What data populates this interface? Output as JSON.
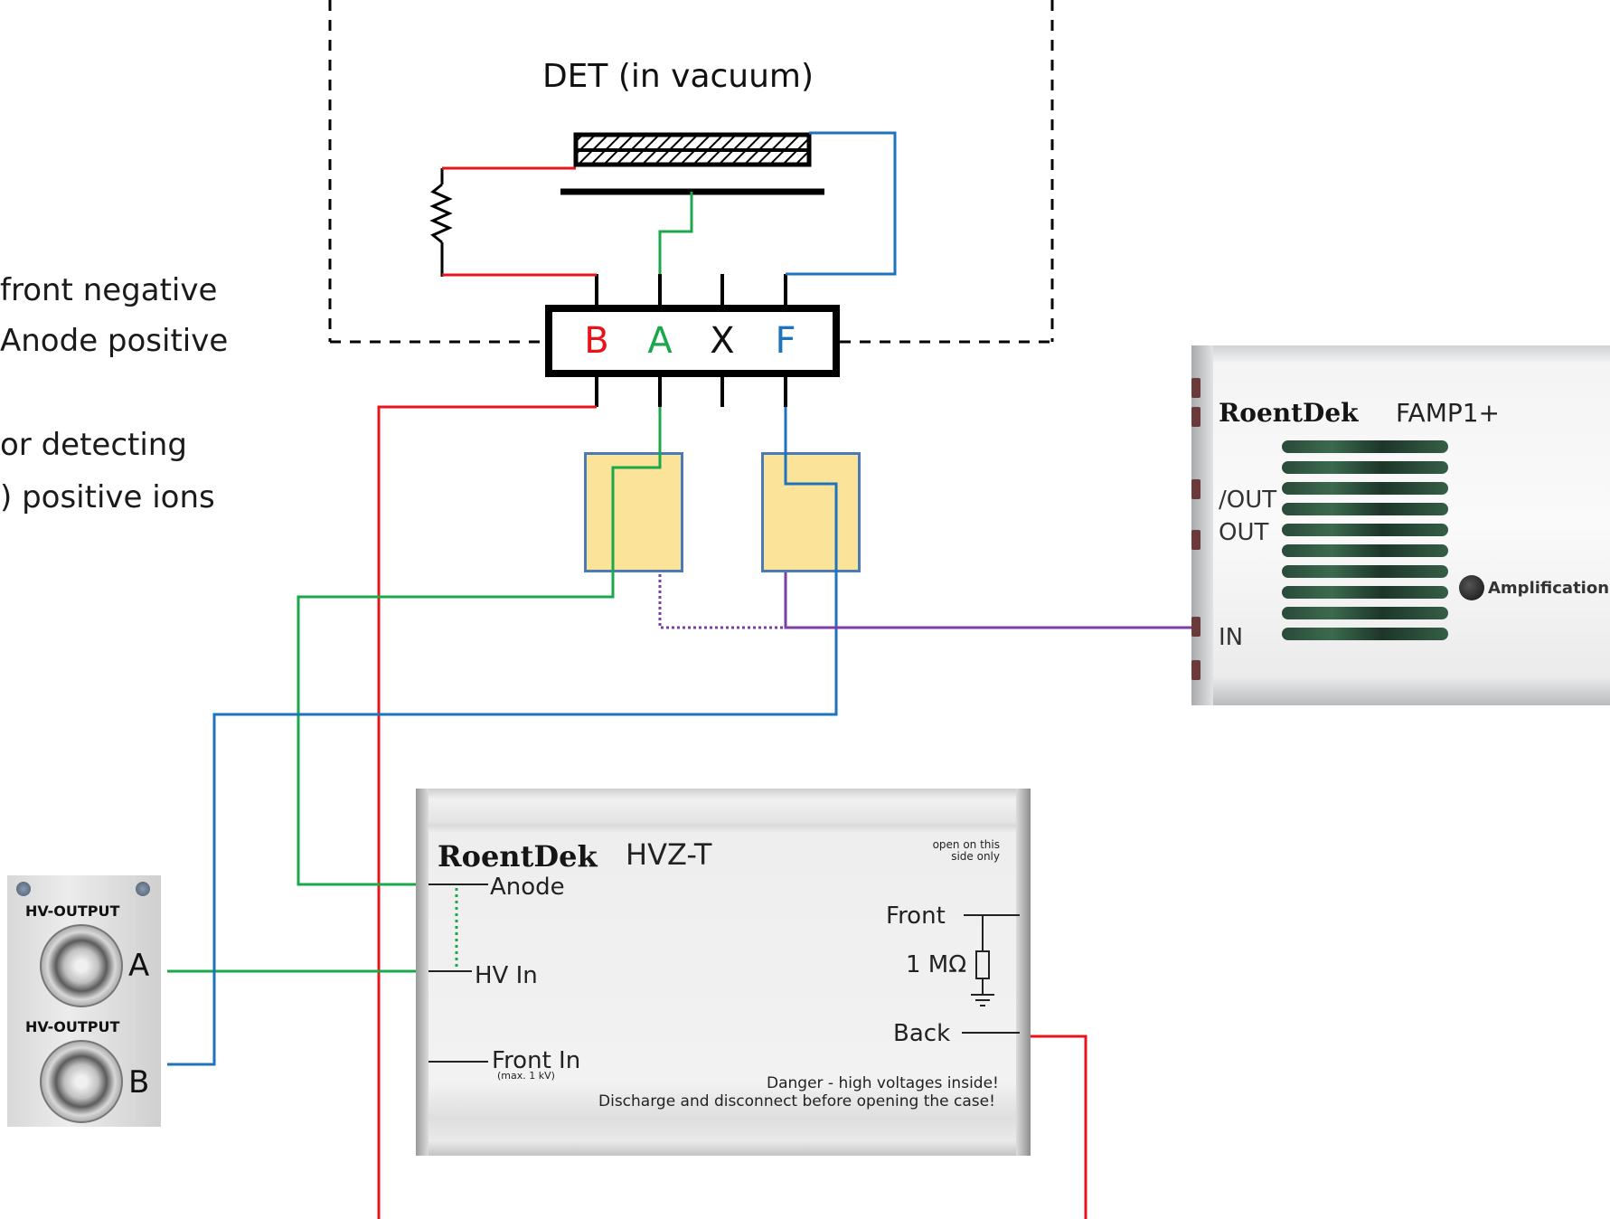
{
  "notes": {
    "line1": "front negative",
    "line2": "Anode positive",
    "line3": "or detecting",
    "line4": ") positive ions"
  },
  "detector": {
    "title": "DET (in vacuum)",
    "pins": [
      "B",
      "A",
      "X",
      "F"
    ],
    "pin_colors": [
      "#e8141b",
      "#1aa84b",
      "#111111",
      "#1e73be"
    ]
  },
  "wire_colors": {
    "back": "#e8141b",
    "anode": "#1aa84b",
    "front": "#1e73be",
    "signal": "#7b3fa5"
  },
  "hv_output": {
    "label_top": "HV-OUTPUT",
    "label_bottom": "HV-OUTPUT",
    "port_a": "A",
    "port_b": "B"
  },
  "hvz": {
    "brand": "RoentDek",
    "model": "HVZ-T",
    "open_note_1": "open on this",
    "open_note_2": "side only",
    "anode": "Anode",
    "hv_in": "HV In",
    "front_in": "Front In",
    "front_in_note": "(max. 1 kV)",
    "front": "Front",
    "resistor": "1 MΩ",
    "back": "Back",
    "warning_1": "Danger - high voltages inside!",
    "warning_2": "Discharge and disconnect before opening the case!"
  },
  "famp": {
    "brand": "RoentDek",
    "model": "FAMP1+",
    "out_inv": "/OUT",
    "out": "OUT",
    "in": "IN",
    "knob_label": "Amplification"
  }
}
